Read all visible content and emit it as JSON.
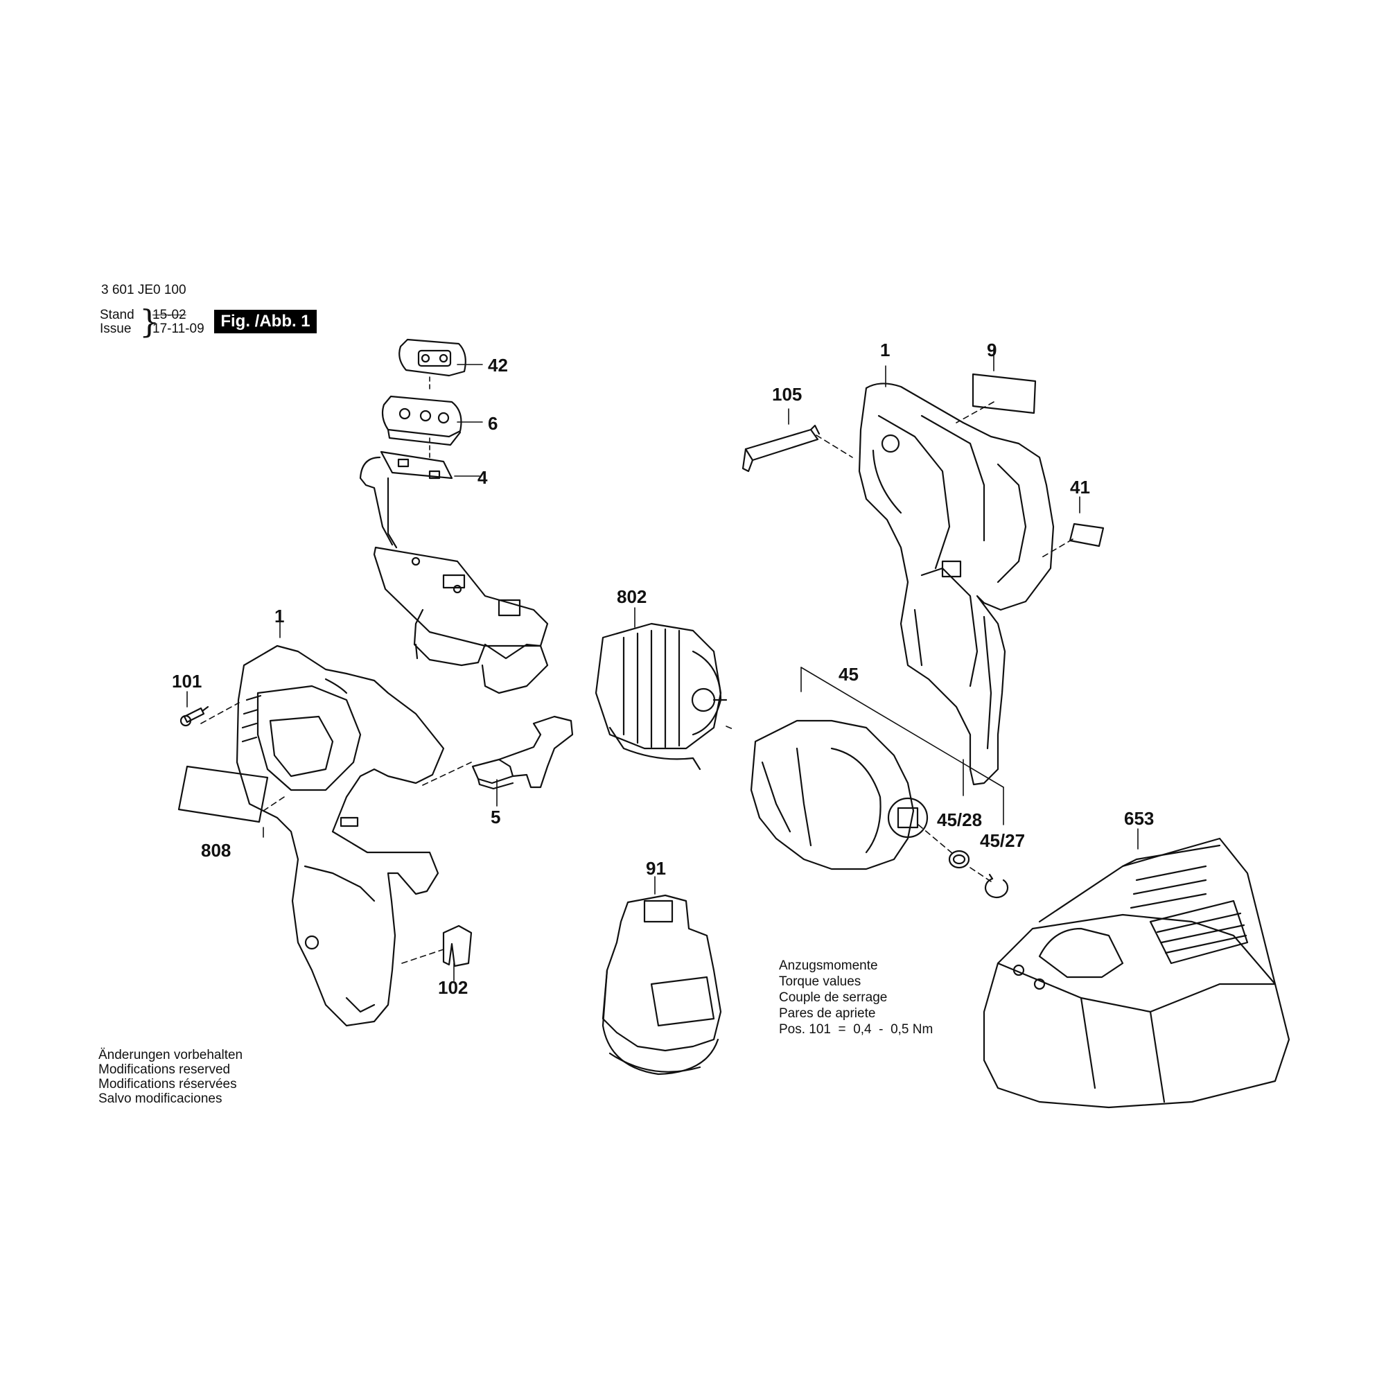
{
  "header": {
    "part_number": "3 601 JE0 100",
    "stand_label": "Stand",
    "issue_label": "Issue",
    "stand_date": "15-02",
    "issue_date": "17-11-09",
    "figure_label": "Fig. /Abb. 1"
  },
  "part_labels": {
    "p42": "42",
    "p6": "6",
    "p4": "4",
    "p1_top": "1",
    "p9": "9",
    "p105": "105",
    "p41": "41",
    "p1_left": "1",
    "p101": "101",
    "p802": "802",
    "p45": "45",
    "p45_28": "45/28",
    "p45_27": "45/27",
    "p5": "5",
    "p808": "808",
    "p653": "653",
    "p91": "91",
    "p102": "102"
  },
  "torque_notes": {
    "lines": [
      "Anzugsmomente",
      "Torque values",
      "Couple de serrage",
      "Pares de apriete",
      "Pos. 101  =  0,4  -  0,5 Nm"
    ]
  },
  "modifications_notes": {
    "lines": [
      "Änderungen vorbehalten",
      "Modifications reserved",
      "Modifications réservées",
      "Salvo modificaciones"
    ]
  }
}
